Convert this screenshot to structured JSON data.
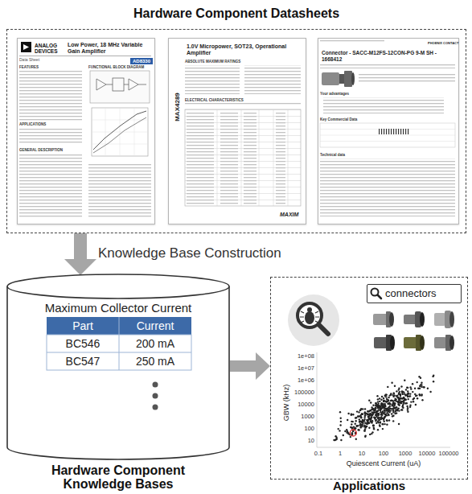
{
  "diagram": {
    "nodes": [
      {
        "text": [
          "Hardware Component Datasheets"
        ]
      },
      {
        "text": [
          "ANALOG DEVICES",
          "Low Power, 18 MHz Variable Gain Amplifier",
          "AD8330"
        ],
        "in": 0
      },
      {
        "text": [
          "1.0V Micropower, SOT23, Operational Amplifier",
          "MAX4289"
        ],
        "in": 0
      },
      {
        "text": [
          "Connector - SACC-M12FS-12CON-PG 9-M SH - 1668412"
        ],
        "in": 0
      },
      {
        "text": [
          "Hardware Component Knowledge Bases"
        ]
      },
      {
        "text": [
          "Applications"
        ]
      },
      {
        "text": [
          "connectors"
        ],
        "in": 5
      }
    ],
    "edges": [
      {
        "from": 0,
        "to": 4,
        "arrow": "to",
        "label": "Knowledge Base Construction"
      },
      {
        "from": 4,
        "to": 5,
        "arrow": "to"
      }
    ],
    "labels": [
      "Data Sheet",
      "FEATURES",
      "FUNCTIONAL BLOCK DIAGRAM",
      "APPLICATIONS",
      "GENERAL DESCRIPTION",
      "ABSOLUTE MAXIMUM RATINGS",
      "ELECTRICAL CHARACTERISTICS",
      "MAXIM",
      "PHOENIX CONTACT",
      "Your advantages",
      "Key Commercial Data",
      "Technical data",
      "Maximum Collector Current",
      "Part",
      "Current",
      "BC546",
      "200 mA",
      "BC547",
      "250 mA",
      "1e+08",
      "1e+07",
      "1e+06",
      "100000",
      "10000",
      "1000",
      "100",
      "10",
      "GBW (kHz)",
      "0.1",
      "1",
      "10",
      "100",
      "1000",
      "10000",
      "100000",
      "Quiescent Current (uA)"
    ]
  }
}
